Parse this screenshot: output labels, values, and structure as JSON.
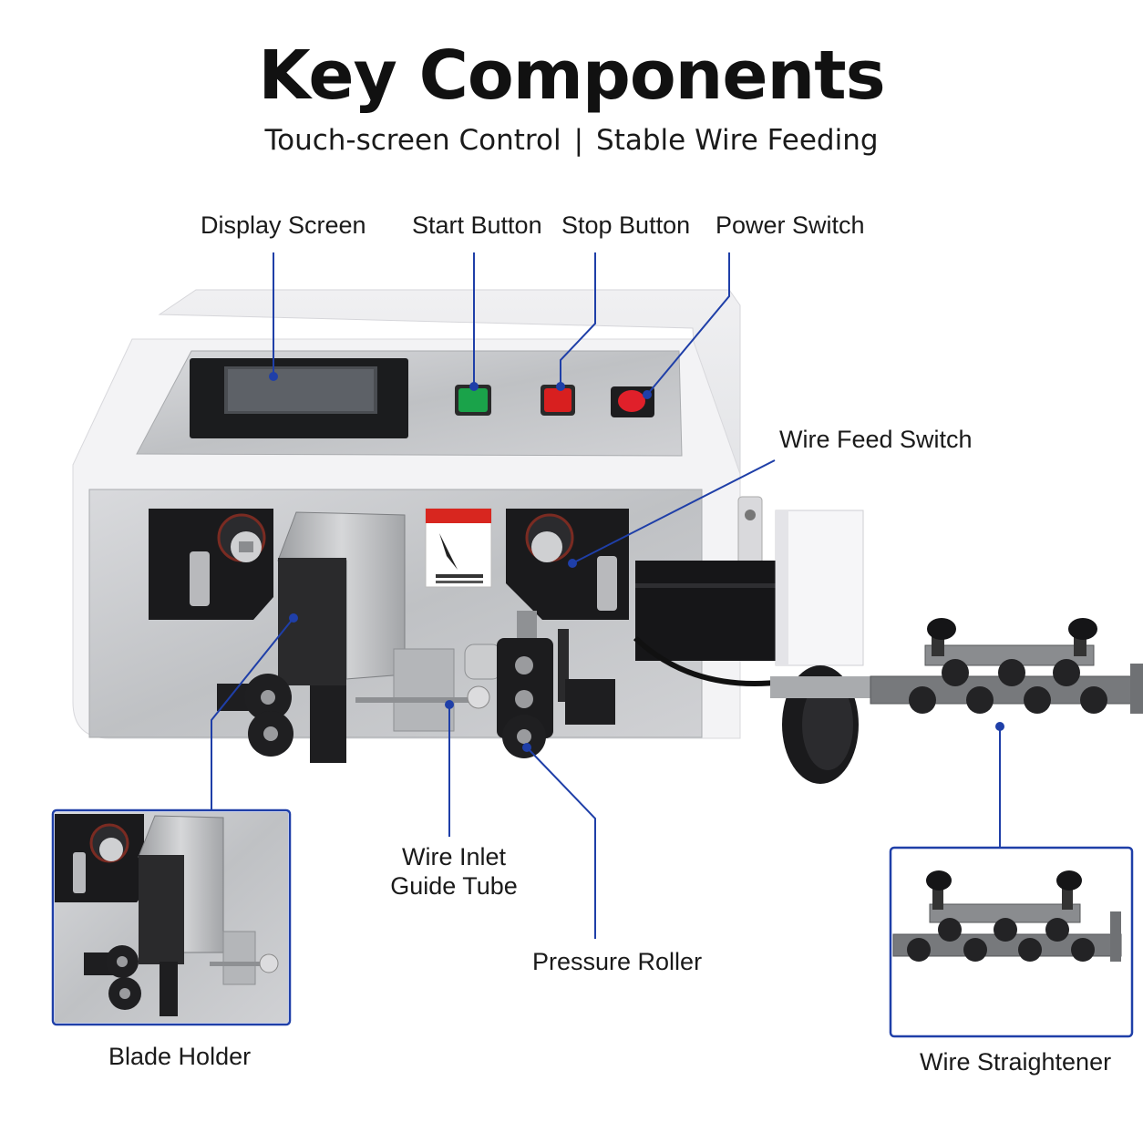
{
  "header": {
    "title": "Key Components",
    "subtitle_left": "Touch-screen Control",
    "separator": "|",
    "subtitle_right": "Stable Wire Feeding"
  },
  "callouts": {
    "display_screen": "Display Screen",
    "start_button": "Start Button",
    "stop_button": "Stop Button",
    "power_switch": "Power Switch",
    "wire_feed_switch": "Wire Feed Switch",
    "wire_inlet_line1": "Wire Inlet",
    "wire_inlet_line2": "Guide Tube",
    "pressure_roller": "Pressure Roller",
    "blade_holder": "Blade Holder",
    "wire_straightener": "Wire Straightener"
  },
  "colors": {
    "callout_line": "#1f3fa8",
    "start_button": "#1aa34a",
    "stop_button": "#d81f1f",
    "power_switch": "#e0202a",
    "machine_body": "#f4f4f6",
    "panel_steel": "#c9cacd"
  }
}
